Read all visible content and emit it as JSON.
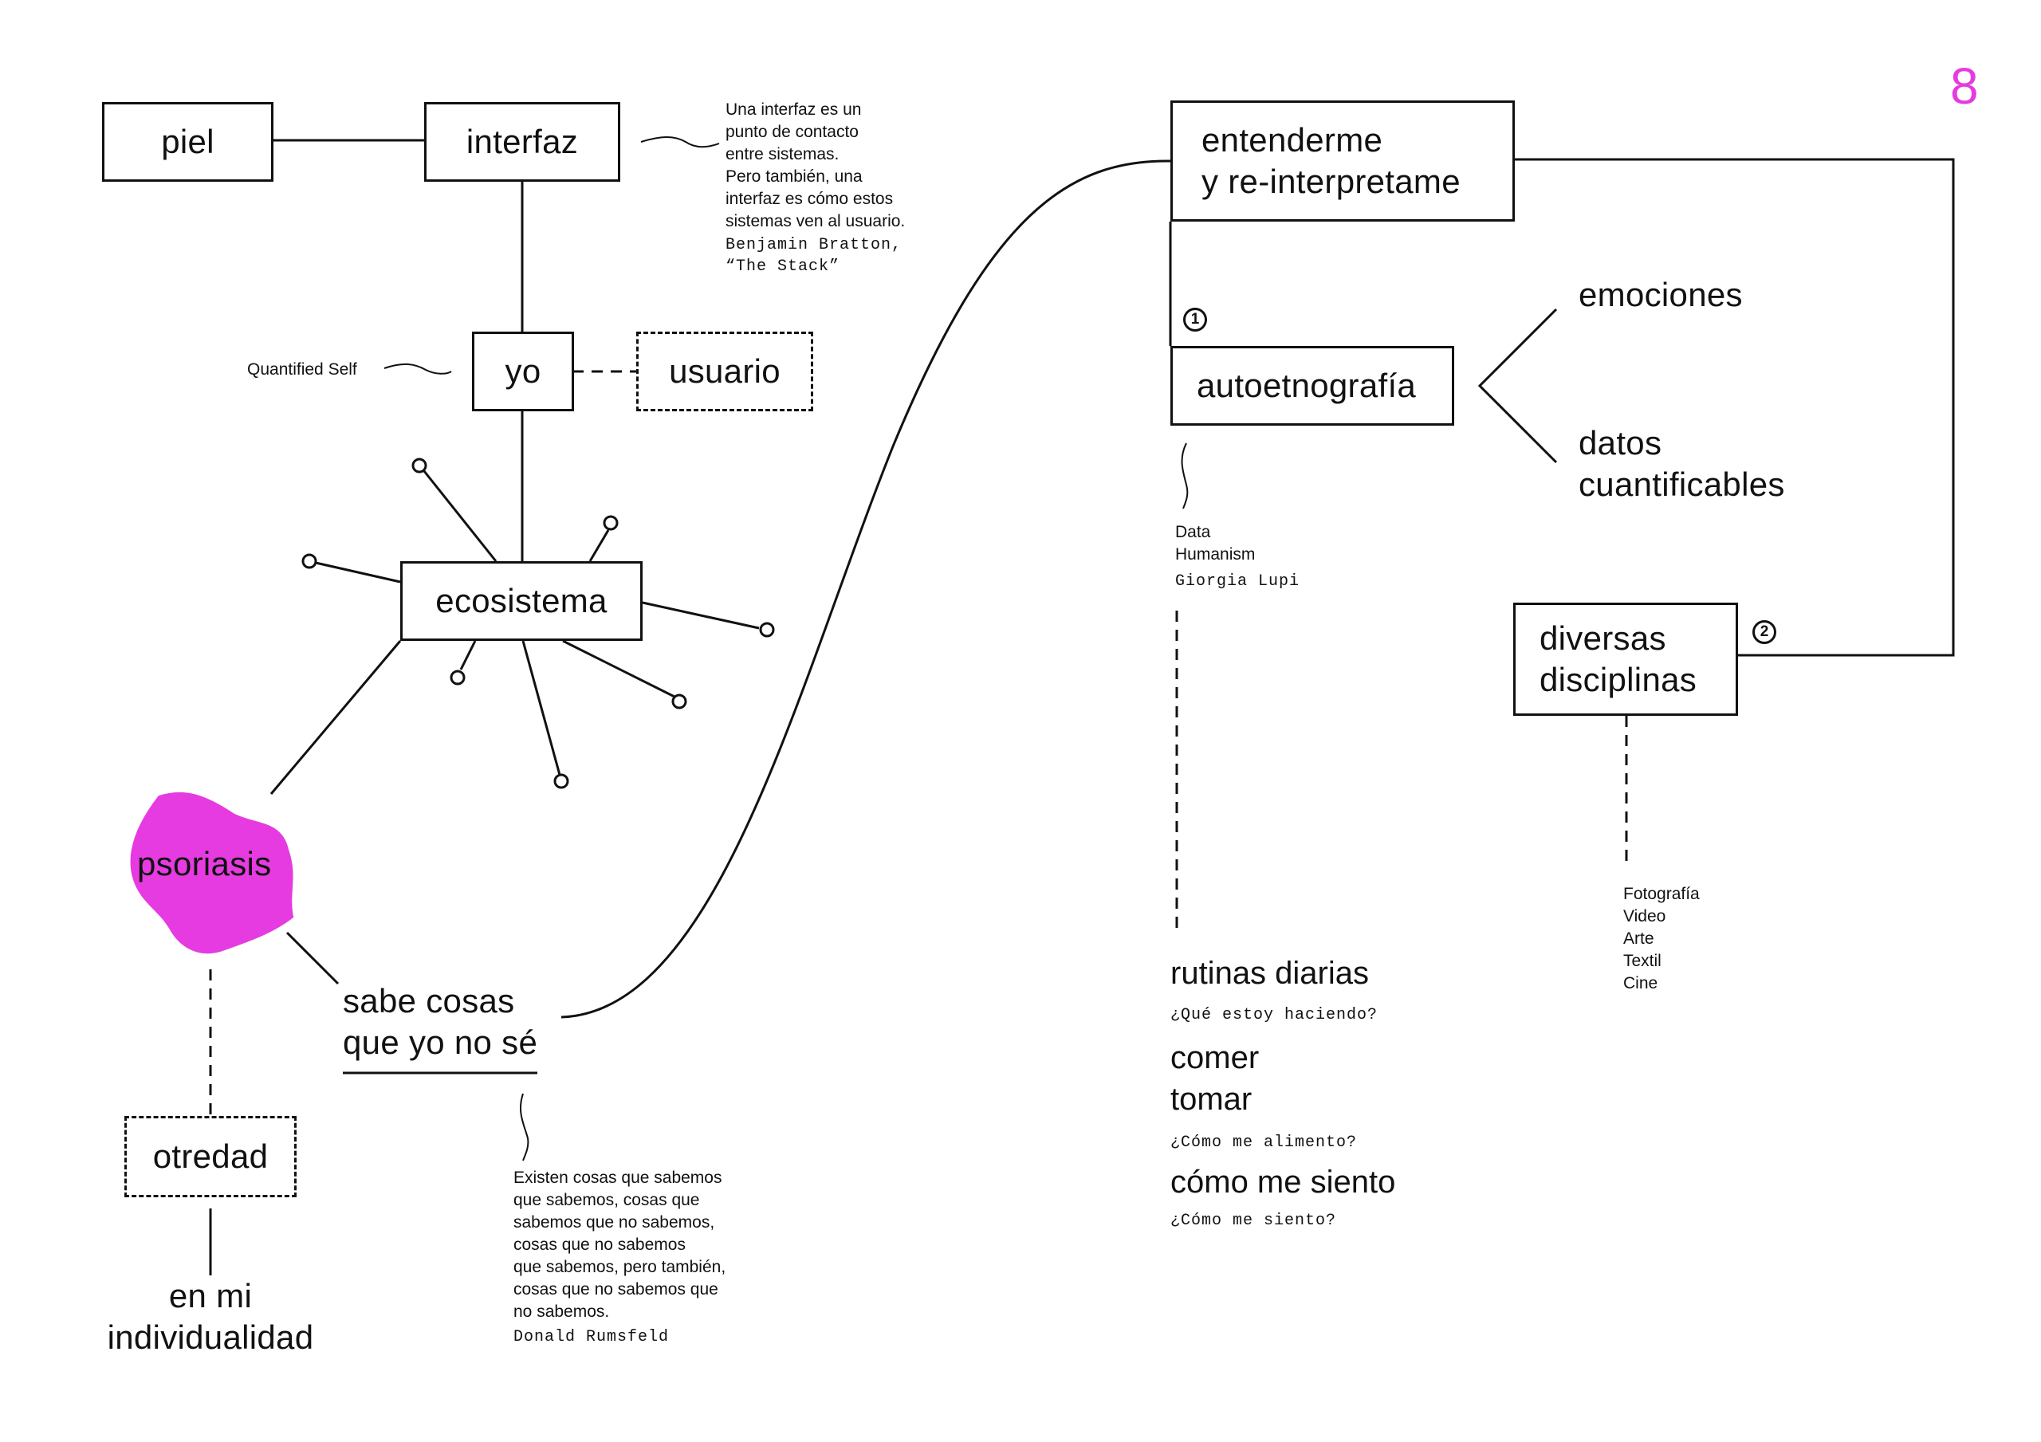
{
  "page_number": "8",
  "accent_color": "#e53be0",
  "nodes": {
    "piel": "piel",
    "interfaz": "interfaz",
    "yo": "yo",
    "usuario": "usuario",
    "ecosistema": "ecosistema",
    "psoriasis": "psoriasis",
    "sabe_cosas_line1": "sabe cosas",
    "sabe_cosas_line2": "que yo no sé",
    "otredad": "otredad",
    "individualidad_line1": "en mi",
    "individualidad_line2": "individualidad",
    "entenderme_line1": "entenderme",
    "entenderme_line2": "y re-interpretame",
    "autoetnografia": "autoetnografía",
    "emociones": "emociones",
    "datos_line1": "datos",
    "datos_line2": "cuantificables",
    "diversas_line1": "diversas",
    "diversas_line2": "disciplinas",
    "marker_1": "1",
    "marker_2": "2"
  },
  "notes": {
    "interfaz_quote": "Una interfaz es un\npunto de contacto\nentre sistemas.\nPero también, una\ninterfaz es cómo estos\nsistemas ven al usuario.",
    "interfaz_author": "Benjamin Bratton,\n“The Stack”",
    "quantified_self": "Quantified Self",
    "rumsfeld_quote": "Existen cosas que sabemos\nque sabemos, cosas que\nsabemos que no sabemos,\ncosas que no sabemos\nque sabemos, pero también,\ncosas que no sabemos que\nno sabemos.",
    "rumsfeld_author": "Donald Rumsfeld",
    "data_humanism": "Data\nHumanism",
    "data_humanism_author": "Giorgia Lupi",
    "disciplines_list": "Fotografía\nVideo\nArte\nTextil\nCine"
  },
  "routines": {
    "title": "rutinas diarias",
    "q1": "¿Qué estoy haciendo?",
    "eat_line1": "comer",
    "eat_line2": "tomar",
    "q2": "¿Cómo me alimento?",
    "feel": "cómo me siento",
    "q3": "¿Cómo me siento?"
  }
}
